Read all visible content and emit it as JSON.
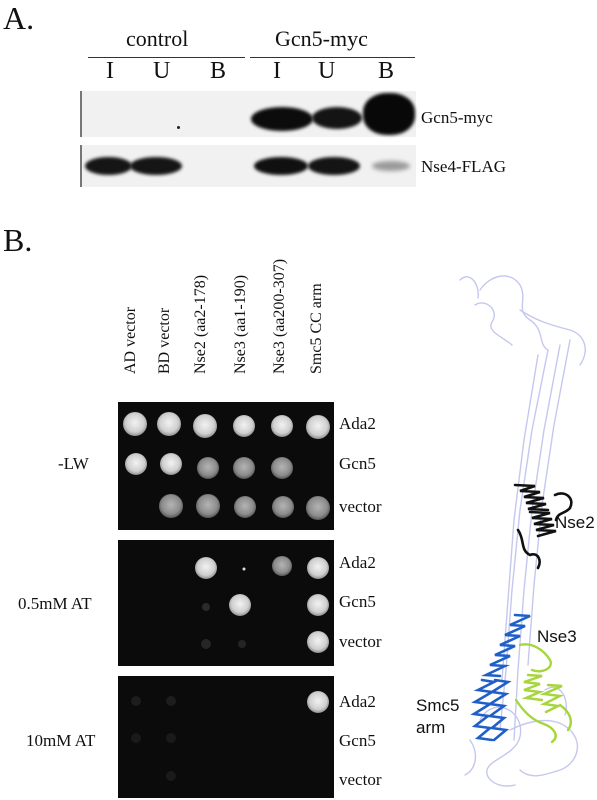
{
  "panel_a": {
    "letter": "A.",
    "groups": [
      "control",
      "Gcn5-myc"
    ],
    "lanes": [
      "I",
      "U",
      "B",
      "I",
      "U",
      "B"
    ],
    "blot_labels": [
      "Gcn5-myc",
      "Nse4-FLAG"
    ]
  },
  "panel_b": {
    "letter": "B.",
    "columns": [
      "AD vector",
      "BD vector",
      "Nse2 (aa2-178)",
      "Nse3 (aa1-190)",
      "Nse3 (aa200-307)",
      "Smc5 CC arm"
    ],
    "conditions": [
      "-LW",
      "0.5mM AT",
      "10mM AT"
    ],
    "rows": [
      "Ada2",
      "Gcn5",
      "vector"
    ],
    "structure_labels": [
      "Nse2",
      "Nse3",
      "Smc5",
      "arm"
    ],
    "colors": {
      "nse2": "#111111",
      "nse3": "#a6d63c",
      "smc5": "#1f5fc8",
      "backbone": "#c5c8ee"
    }
  }
}
